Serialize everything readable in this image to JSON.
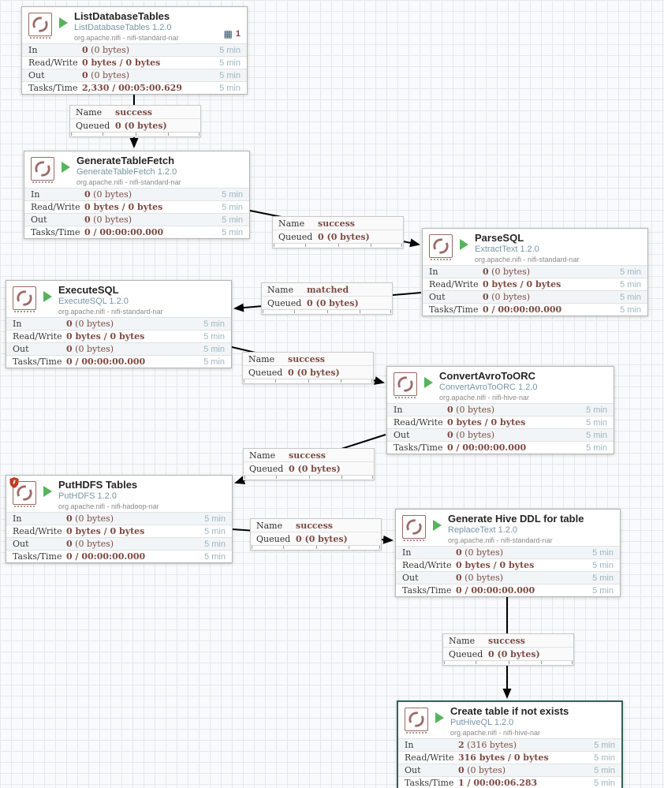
{
  "icons": {
    "grid_badge_glyph": "▦",
    "processor_icon": "stamp-refresh-icon",
    "run_status_icon": "green-play-triangle",
    "restricted_icon": "red-shield"
  },
  "colors": {
    "value_maroon": "#7d4b44",
    "type_blue": "#7795a6",
    "time_blue": "#9fb5c0",
    "run_green": "#57b45c",
    "selected_teal": "#35605a",
    "restricted_red": "#c23b22",
    "badge_navy": "#2e4d66",
    "wire_black": "#000000"
  },
  "processors": [
    {
      "id": "list-database-tables",
      "title": "ListDatabaseTables",
      "type": "ListDatabaseTables 1.2.0",
      "bundle": "org.apache.nifi - nifi-standard-nar",
      "badge_count": "1",
      "restricted": false,
      "selected": false,
      "stats": [
        {
          "label": "In",
          "bold": "0",
          "rest": " (0 bytes)",
          "time": "5 min"
        },
        {
          "label": "Read/Write",
          "bold": "0 bytes / 0 bytes",
          "rest": "",
          "time": "5 min"
        },
        {
          "label": "Out",
          "bold": "0",
          "rest": " (0 bytes)",
          "time": "5 min"
        },
        {
          "label": "Tasks/Time",
          "bold": "2,330 / 00:05:00.629",
          "rest": "",
          "time": "5 min"
        }
      ]
    },
    {
      "id": "generate-table-fetch",
      "title": "GenerateTableFetch",
      "type": "GenerateTableFetch 1.2.0",
      "bundle": "org.apache.nifi - nifi-standard-nar",
      "badge_count": null,
      "restricted": false,
      "selected": false,
      "stats": [
        {
          "label": "In",
          "bold": "0",
          "rest": " (0 bytes)",
          "time": "5 min"
        },
        {
          "label": "Read/Write",
          "bold": "0 bytes / 0 bytes",
          "rest": "",
          "time": "5 min"
        },
        {
          "label": "Out",
          "bold": "0",
          "rest": " (0 bytes)",
          "time": "5 min"
        },
        {
          "label": "Tasks/Time",
          "bold": "0 / 00:00:00.000",
          "rest": "",
          "time": "5 min"
        }
      ]
    },
    {
      "id": "parse-sql",
      "title": "ParseSQL",
      "type": "ExtractText 1.2.0",
      "bundle": "org.apache.nifi - nifi-standard-nar",
      "badge_count": null,
      "restricted": false,
      "selected": false,
      "stats": [
        {
          "label": "In",
          "bold": "0",
          "rest": " (0 bytes)",
          "time": "5 min"
        },
        {
          "label": "Read/Write",
          "bold": "0 bytes / 0 bytes",
          "rest": "",
          "time": "5 min"
        },
        {
          "label": "Out",
          "bold": "0",
          "rest": " (0 bytes)",
          "time": "5 min"
        },
        {
          "label": "Tasks/Time",
          "bold": "0 / 00:00:00.000",
          "rest": "",
          "time": "5 min"
        }
      ]
    },
    {
      "id": "execute-sql",
      "title": "ExecuteSQL",
      "type": "ExecuteSQL 1.2.0",
      "bundle": "org.apache.nifi - nifi-standard-nar",
      "badge_count": null,
      "restricted": false,
      "selected": false,
      "stats": [
        {
          "label": "In",
          "bold": "0",
          "rest": " (0 bytes)",
          "time": "5 min"
        },
        {
          "label": "Read/Write",
          "bold": "0 bytes / 0 bytes",
          "rest": "",
          "time": "5 min"
        },
        {
          "label": "Out",
          "bold": "0",
          "rest": " (0 bytes)",
          "time": "5 min"
        },
        {
          "label": "Tasks/Time",
          "bold": "0 / 00:00:00.000",
          "rest": "",
          "time": "5 min"
        }
      ]
    },
    {
      "id": "convert-avro-to-orc",
      "title": "ConvertAvroToORC",
      "type": "ConvertAvroToORC 1.2.0",
      "bundle": "org.apache.nifi - nifi-hive-nar",
      "badge_count": null,
      "restricted": false,
      "selected": false,
      "stats": [
        {
          "label": "In",
          "bold": "0",
          "rest": " (0 bytes)",
          "time": "5 min"
        },
        {
          "label": "Read/Write",
          "bold": "0 bytes / 0 bytes",
          "rest": "",
          "time": "5 min"
        },
        {
          "label": "Out",
          "bold": "0",
          "rest": " (0 bytes)",
          "time": "5 min"
        },
        {
          "label": "Tasks/Time",
          "bold": "0 / 00:00:00.000",
          "rest": "",
          "time": "5 min"
        }
      ]
    },
    {
      "id": "puthdfs-tables",
      "title": "PutHDFS Tables",
      "type": "PutHDFS 1.2.0",
      "bundle": "org.apache.nifi - nifi-hadoop-nar",
      "badge_count": null,
      "restricted": true,
      "selected": false,
      "stats": [
        {
          "label": "In",
          "bold": "0",
          "rest": " (0 bytes)",
          "time": "5 min"
        },
        {
          "label": "Read/Write",
          "bold": "0 bytes / 0 bytes",
          "rest": "",
          "time": "5 min"
        },
        {
          "label": "Out",
          "bold": "0",
          "rest": " (0 bytes)",
          "time": "5 min"
        },
        {
          "label": "Tasks/Time",
          "bold": "0 / 00:00:00.000",
          "rest": "",
          "time": "5 min"
        }
      ]
    },
    {
      "id": "generate-hive-ddl",
      "title": "Generate Hive DDL for table",
      "type": "ReplaceText 1.2.0",
      "bundle": "org.apache.nifi - nifi-standard-nar",
      "badge_count": null,
      "restricted": false,
      "selected": false,
      "stats": [
        {
          "label": "In",
          "bold": "0",
          "rest": " (0 bytes)",
          "time": "5 min"
        },
        {
          "label": "Read/Write",
          "bold": "0 bytes / 0 bytes",
          "rest": "",
          "time": "5 min"
        },
        {
          "label": "Out",
          "bold": "0",
          "rest": " (0 bytes)",
          "time": "5 min"
        },
        {
          "label": "Tasks/Time",
          "bold": "0 / 00:00:00.000",
          "rest": "",
          "time": "5 min"
        }
      ]
    },
    {
      "id": "create-table-if-not-exists",
      "title": "Create table if not exists",
      "type": "PutHiveQL 1.2.0",
      "bundle": "org.apache.nifi - nifi-hive-nar",
      "badge_count": null,
      "restricted": false,
      "selected": true,
      "stats": [
        {
          "label": "In",
          "bold": "2",
          "rest": " (316 bytes)",
          "time": "5 min"
        },
        {
          "label": "Read/Write",
          "bold": "316 bytes / 0 bytes",
          "rest": "",
          "time": "5 min"
        },
        {
          "label": "Out",
          "bold": "0",
          "rest": " (0 bytes)",
          "time": "5 min"
        },
        {
          "label": "Tasks/Time",
          "bold": "1 / 00:00:06.283",
          "rest": "",
          "time": "5 min"
        }
      ]
    }
  ],
  "connections": [
    {
      "name_label": "Name",
      "name_value": "success",
      "queued_label": "Queued",
      "queued_bold": "0",
      "queued_rest": " (0 bytes)"
    },
    {
      "name_label": "Name",
      "name_value": "success",
      "queued_label": "Queued",
      "queued_bold": "0",
      "queued_rest": " (0 bytes)"
    },
    {
      "name_label": "Name",
      "name_value": "matched",
      "queued_label": "Queued",
      "queued_bold": "0",
      "queued_rest": " (0 bytes)"
    },
    {
      "name_label": "Name",
      "name_value": "success",
      "queued_label": "Queued",
      "queued_bold": "0",
      "queued_rest": " (0 bytes)"
    },
    {
      "name_label": "Name",
      "name_value": "success",
      "queued_label": "Queued",
      "queued_bold": "0",
      "queued_rest": " (0 bytes)"
    },
    {
      "name_label": "Name",
      "name_value": "success",
      "queued_label": "Queued",
      "queued_bold": "0",
      "queued_rest": " (0 bytes)"
    },
    {
      "name_label": "Name",
      "name_value": "success",
      "queued_label": "Queued",
      "queued_bold": "0",
      "queued_rest": " (0 bytes)"
    }
  ]
}
